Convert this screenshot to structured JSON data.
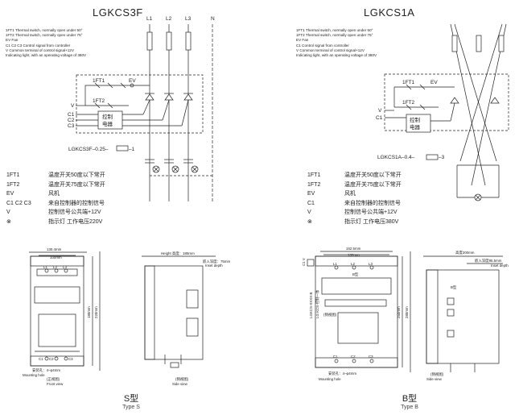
{
  "left": {
    "title": "LGKCS3F",
    "notes": [
      "1FT1 Thermal switch, normally open under 50°",
      "1FT2 Thermal switch, normally open under 75°",
      "EV   Fan",
      "C1 C2 C3  Control signal from controller",
      "V    Common terminal of control signal+12V",
      "     Indicating light, with an operating voltage of 380V"
    ],
    "lines": [
      "L1",
      "L2",
      "L3",
      "N"
    ],
    "terminals": [
      "V",
      "C1",
      "C2",
      "C3"
    ],
    "switches": [
      "1FT1",
      "1FT2",
      "EV"
    ],
    "controller": [
      "控制",
      "电器"
    ],
    "model": "LGKCS3F–0.25–",
    "model_suffix": "–1",
    "legend": [
      {
        "k": "1FT1",
        "v": "温度开关50度以下常开"
      },
      {
        "k": "1FT2",
        "v": "温度开关75度以下常开"
      },
      {
        "k": "EV",
        "v": "风机"
      },
      {
        "k": "C1 C2 C3",
        "v": "来自控制器的控制信号"
      },
      {
        "k": "V",
        "v": "控制信号公共端+12V"
      },
      {
        "k": "⊗",
        "v": "指示灯  工作电压220V"
      }
    ]
  },
  "right": {
    "title": "LGKCS1A",
    "notes": [
      "1FT1 Thermal switch, normally open under 50°",
      "1FT2 Thermal switch, normally open under 75°",
      "EV   Fan",
      "C1   Control signal from controller",
      "V    Common terminal of control signal+12V",
      "     Indicating light, with an operating voltage of 380V"
    ],
    "terminals": [
      "V",
      "C1"
    ],
    "switches": [
      "1FT1",
      "1FT2",
      "EV"
    ],
    "controller": [
      "控制",
      "电器"
    ],
    "model": "LGKCS1A–0.4–",
    "model_suffix": "–3",
    "legend": [
      {
        "k": "1FT1",
        "v": "温度开关50度以下常开"
      },
      {
        "k": "1FT2",
        "v": "温度开关75度以下常开"
      },
      {
        "k": "EV",
        "v": "风机"
      },
      {
        "k": "C1",
        "v": "来自控制器的控制信号"
      },
      {
        "k": "V",
        "v": "控制信号公共端+12V"
      },
      {
        "k": "⊗",
        "v": "指示灯  工作电压380V"
      }
    ]
  },
  "typeS": {
    "front": {
      "w_outer": "130.4mm",
      "w_inner": "100mm",
      "h1": "180mm",
      "h2": "220mm",
      "top_terms": [
        "L1",
        "L2",
        "L3"
      ],
      "bottom_terms": [
        "C1",
        "C2",
        "C3"
      ],
      "mount": "安装孔：4–φ4mm",
      "mount_en": "Mounting hole",
      "view": "(正视图)",
      "view_en": "Front view"
    },
    "side": {
      "height": "Height 高度：185mm",
      "depth": "嵌入深度：75mm",
      "depth_en": "Inset depth",
      "view": "(侧视图)",
      "view_en": "Side view"
    },
    "caption": "S型",
    "caption_en": "Type S"
  },
  "typeB": {
    "front": {
      "w_outer": "162.5mm",
      "w_inner": "132mm",
      "label": "B型",
      "h1": "250mm",
      "h2": "280mm",
      "top_terms": [
        "L1",
        "L2",
        "L3"
      ],
      "bottom_terms": [
        "C1",
        "C2",
        "C3"
      ],
      "mount": "安装孔：4–φ4mm",
      "mount_en": "Mounting hole",
      "view": "(侧视图)",
      "side_labels": [
        "C1 V",
        "LGKCS-XXXX-B",
        "LG KCS-控制一体"
      ]
    },
    "side": {
      "height": "高度200mm",
      "depth": "嵌入深度95.5mm",
      "depth_en": "Inset depth",
      "label": "B型",
      "view": "(侧视图)",
      "view_en": "Side view"
    },
    "caption": "B型",
    "caption_en": "Type B"
  }
}
